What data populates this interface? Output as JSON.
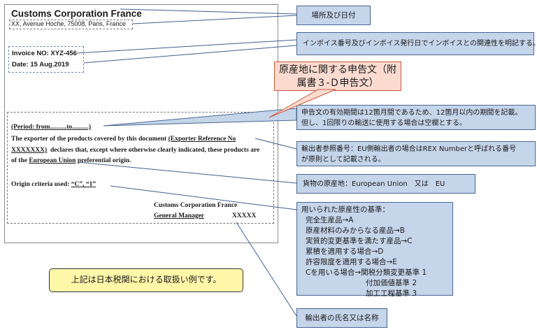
{
  "document": {
    "company": "Customs Corporation France",
    "address": "XX, Avenue Hoche, 75008, Paris, France",
    "invoice_no": "Invoice NO: XYZ-456",
    "date": "Date: 15 Aug.2019",
    "period": "(Period: from..........to..........)",
    "decl_line1_a": "The exporter of the products covered by this document",
    "decl_line1_b": "(Exporter Reference No",
    "decl_line2_a": "XXXXXXX)",
    "decl_line2_b": "declares that, except where otherwise clearly indicated, these products are",
    "decl_line3_a": "of the",
    "decl_line3_b": "European Union",
    "decl_line3_c": "preferential origin.",
    "origin_label": "Origin criteria used:",
    "origin_value": "“C”, “1”",
    "sig_company": "Customs Corporation France",
    "sig_title": "General Manager",
    "sig_name": "XXXXX"
  },
  "callouts": {
    "place_date": "場所及び日付",
    "invoice": "インボイス番号及びインボイス発行日でインボイスとの関連性を明記する。",
    "declaration_title_1": "原産地に関する申告文",
    "declaration_title_2": "（附属書３-Ｄ申告文）",
    "period_1": "申告文の有効期間は12箇月間であるため、12箇月以内の期間を記載。",
    "period_2": "但し、1回限りの輸送に使用する場合は空欄とする。",
    "exporter_ref_1": "輸出者参照番号：EU側輸出者の場合はREX Numberと呼ばれる番号",
    "exporter_ref_2": "が原則として記載される。",
    "origin_country": "貨物の原産地：European Union　又は　EU",
    "criteria_title": "用いられた原産性の基準：",
    "criteria_items": [
      "完全生産品→A",
      "原産材料のみからなる産品→B",
      "実質的変更基準を満たす産品→C",
      "累積を適用する場合→D",
      "許容限度を適用する場合→E",
      "Cを用いる場合→関税分類変更基準 1",
      "付加価値基準 2",
      "加工工程基準 3"
    ],
    "signer": "輸出者の氏名又は名称"
  },
  "note": "上記は日本税関における取扱い例です。"
}
